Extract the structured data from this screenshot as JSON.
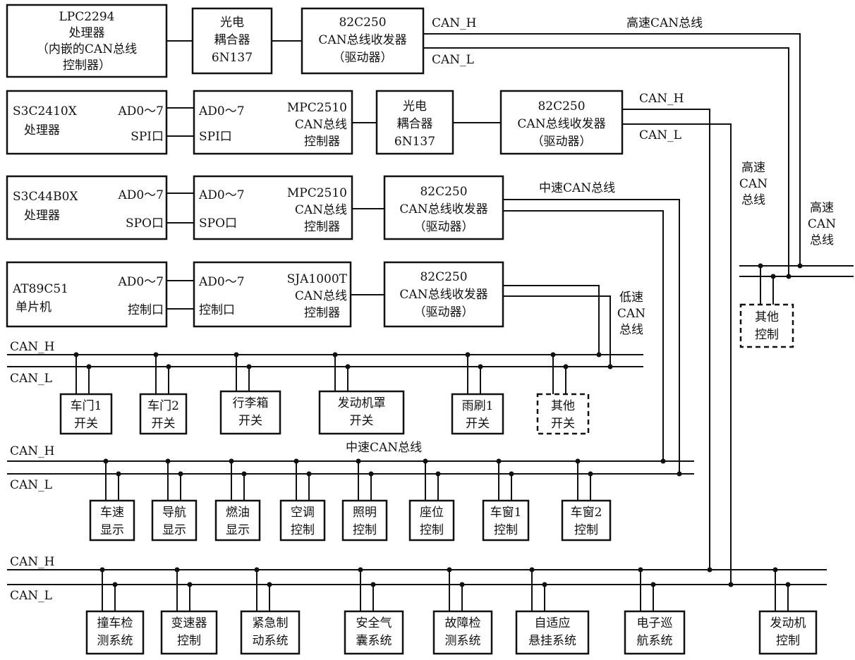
{
  "boxes": {
    "lpc2294": [
      "LPC2294",
      "处理器",
      "（内嵌的CAN总线",
      "控制器）"
    ],
    "opto1": [
      "光电",
      "耦合器",
      "6N137"
    ],
    "trx1": [
      "82C250",
      "CAN总线收发器",
      "（驱动器）"
    ],
    "s3c2410": [
      "S3C2410X",
      "处理器"
    ],
    "s3c2410_ports": [
      "AD0～7",
      "SPI口"
    ],
    "mpc2510_a_ports": [
      "AD0～7",
      "SPI口"
    ],
    "mpc2510_a": [
      "MPC2510",
      "CAN总线",
      "控制器"
    ],
    "opto2": [
      "光电",
      "耦合器",
      "6N137"
    ],
    "trx2": [
      "82C250",
      "CAN总线收发器",
      "（驱动器）"
    ],
    "s3c44b0": [
      "S3C44B0X",
      "处理器"
    ],
    "s3c44b0_ports": [
      "AD0～7",
      "SPO口"
    ],
    "mpc2510_b_ports": [
      "AD0～7",
      "SPO口"
    ],
    "mpc2510_b": [
      "MPC2510",
      "CAN总线",
      "控制器"
    ],
    "trx3": [
      "82C250",
      "CAN总线收发器",
      "（驱动器）"
    ],
    "at89c51": [
      "AT89C51",
      "单片机"
    ],
    "at89c51_ports": [
      "AD0～7",
      "控制口"
    ],
    "sja1000_ports": [
      "AD0～7",
      "控制口"
    ],
    "sja1000": [
      "SJA1000T",
      "CAN总线",
      "控制器"
    ],
    "trx4": [
      "82C250",
      "CAN总线收发器",
      "（驱动器）"
    ]
  },
  "signals": {
    "trx1_h": "CAN_H",
    "trx1_l": "CAN_L",
    "trx2_h": "CAN_H",
    "trx2_l": "CAN_L"
  },
  "bus_labels": {
    "top_high": "高速CAN总线",
    "right_high_1": [
      "高速",
      "CAN",
      "总线"
    ],
    "right_high_2": [
      "高速",
      "CAN",
      "总线"
    ],
    "mid_speed_top": "中速CAN总线",
    "low_speed": [
      "低速",
      "CAN",
      "总线"
    ],
    "mid_speed_bus": "中速CAN总线"
  },
  "lines": {
    "low_h": "CAN_H",
    "low_l": "CAN_L",
    "mid_h": "CAN_H",
    "mid_l": "CAN_L",
    "high_h": "CAN_H",
    "high_l": "CAN_L"
  },
  "low_nodes": [
    [
      "车门1",
      "开关"
    ],
    [
      "车门2",
      "开关"
    ],
    [
      "行李箱",
      "开关"
    ],
    [
      "发动机罩",
      "开关"
    ],
    [
      "雨刷1",
      "开关"
    ],
    [
      "其他",
      "开关"
    ]
  ],
  "mid_nodes": [
    [
      "车速",
      "显示"
    ],
    [
      "导航",
      "显示"
    ],
    [
      "燃油",
      "显示"
    ],
    [
      "空调",
      "控制"
    ],
    [
      "照明",
      "控制"
    ],
    [
      "座位",
      "控制"
    ],
    [
      "车窗1",
      "控制"
    ],
    [
      "车窗2",
      "控制"
    ]
  ],
  "high_nodes": [
    [
      "撞车检",
      "测系统"
    ],
    [
      "变速器",
      "控制"
    ],
    [
      "紧急制",
      "动系统"
    ],
    [
      "安全气",
      "囊系统"
    ],
    [
      "故障检",
      "测系统"
    ],
    [
      "自适应",
      "悬挂系统"
    ],
    [
      "电子巡",
      "航系统"
    ],
    [
      "发动机",
      "控制"
    ]
  ],
  "other_control": [
    "其他",
    "控制"
  ]
}
